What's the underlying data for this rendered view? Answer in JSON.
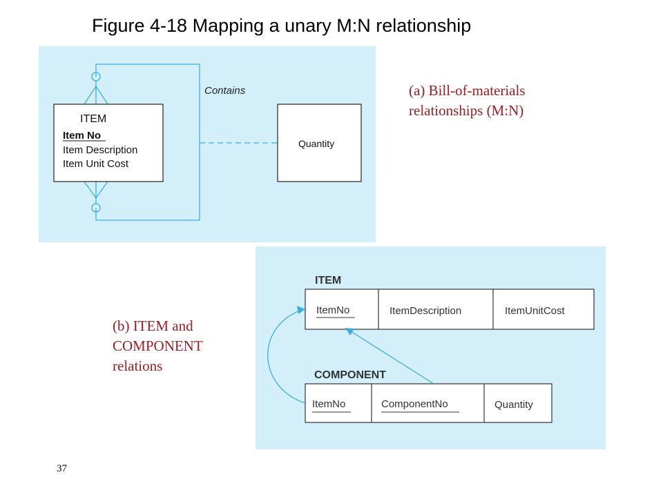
{
  "title": "Figure 4-18 Mapping a unary M:N relationship",
  "page_number": "37",
  "captions": {
    "a_line1": "(a) Bill-of-materials",
    "a_line2": "relationships (M:N)",
    "b_line1": "(b) ITEM and",
    "b_line2": "COMPONENT",
    "b_line3": "relations"
  },
  "er_diagram": {
    "entity_name": "ITEM",
    "attributes": [
      "Item No",
      "Item Description",
      "Item Unit Cost"
    ],
    "relationship_label": "Contains",
    "associative_attribute": "Quantity"
  },
  "relations": {
    "item": {
      "name": "ITEM",
      "columns": [
        "ItemNo",
        "ItemDescription",
        "ItemUnitCost"
      ]
    },
    "component": {
      "name": "COMPONENT",
      "columns": [
        "ItemNo",
        "ComponentNo",
        "Quantity"
      ]
    }
  },
  "colors": {
    "panel_background": "#d3effa",
    "connector_line": "#3aaee0",
    "caption_text": "#a11b22"
  }
}
